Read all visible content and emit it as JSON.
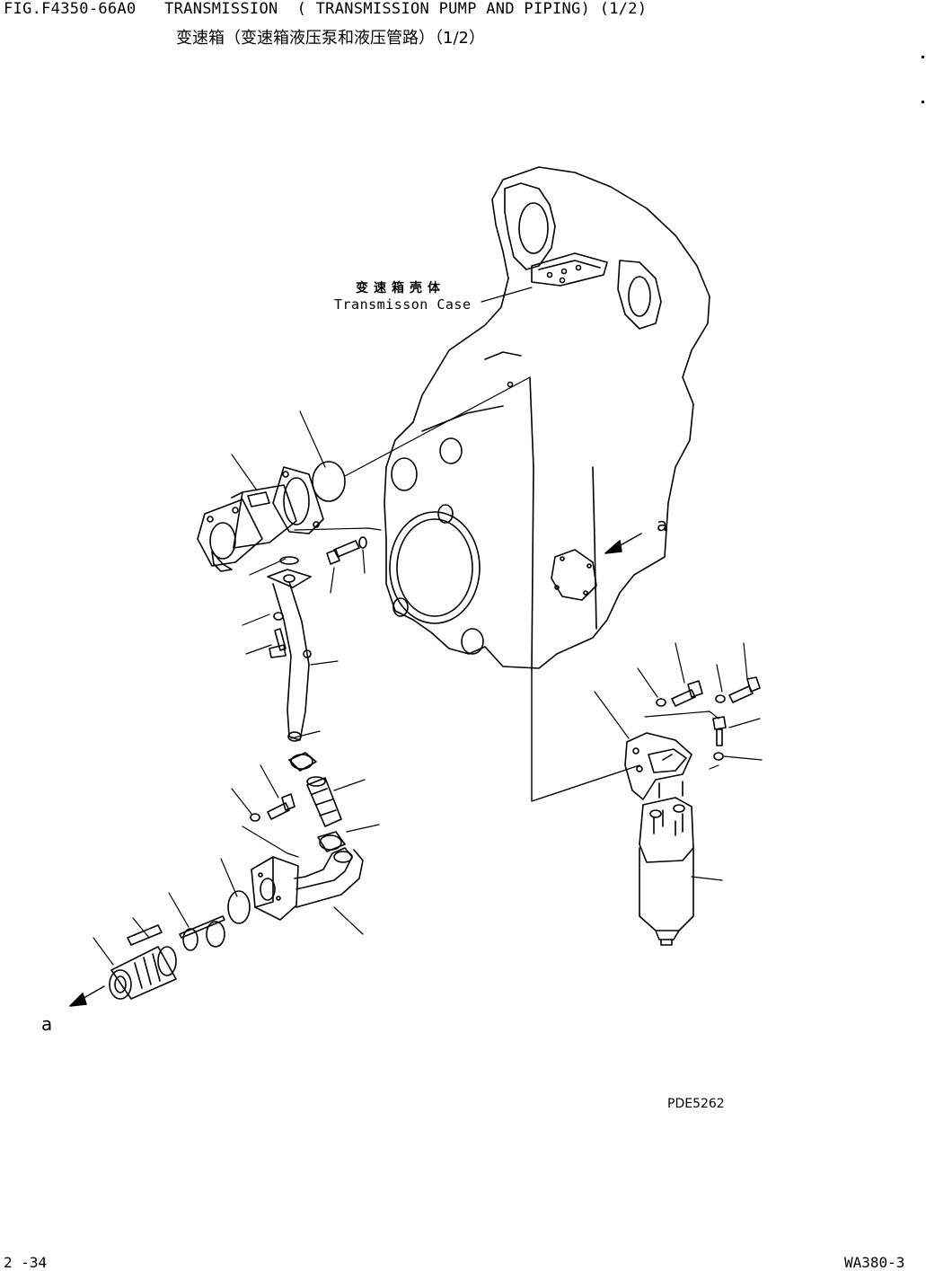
{
  "header": {
    "title": "FIG.F4350-66A0   TRANSMISSION  ( TRANSMISSION PUMP AND PIPING) (1/2)",
    "subtitle": "变速箱（变速箱液压泵和液压管路）（1/2）"
  },
  "labels": {
    "case_cn": "变速箱壳体",
    "case_en": "Transmisson Case",
    "ref_right": "a",
    "ref_left": "a"
  },
  "footer": {
    "drawing_code": "PDE5262",
    "page_number": "2 -34",
    "model": "WA380-3"
  },
  "colors": {
    "ink": "#000000",
    "paper": "#ffffff"
  }
}
